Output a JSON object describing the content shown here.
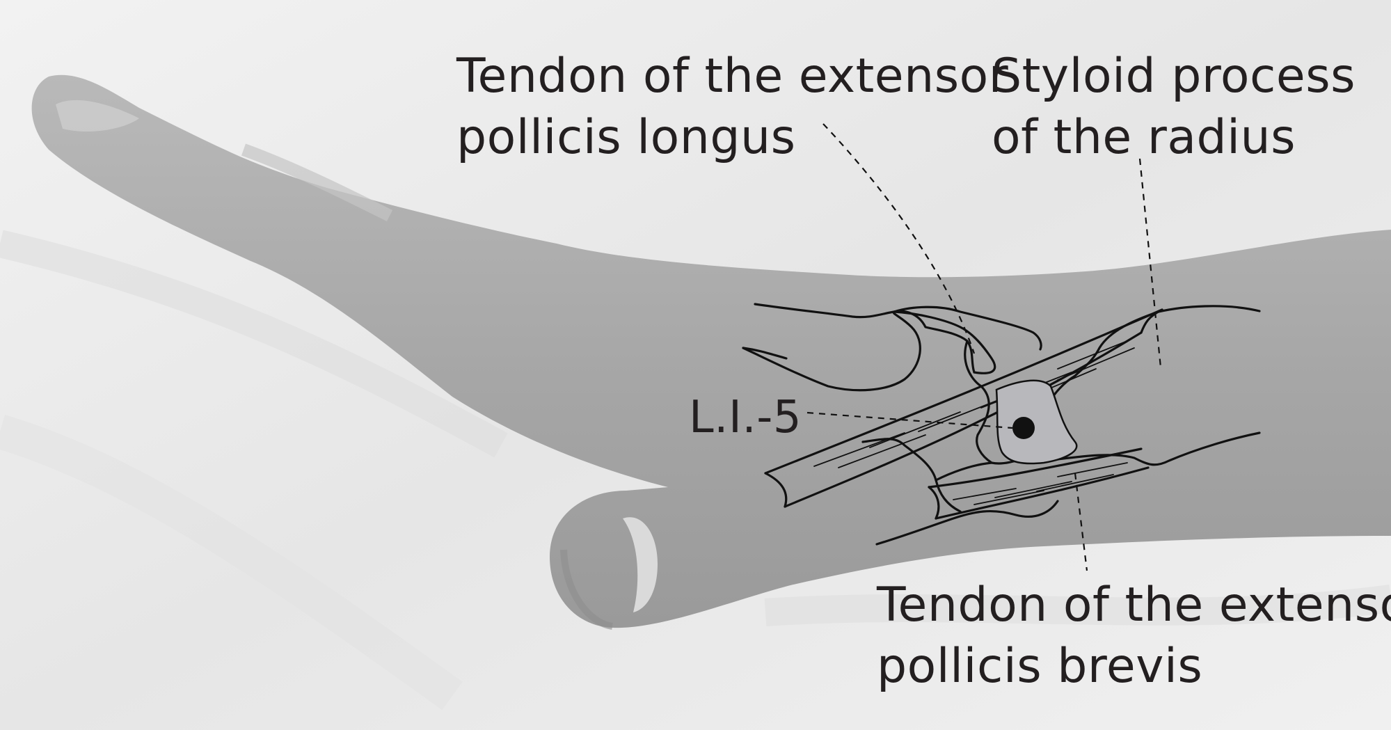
{
  "labels": {
    "extensor_pollicis_longus": {
      "line1": "Tendon of the extensor",
      "line2": "pollicis longus"
    },
    "styloid_process": {
      "line1": "Styloid process",
      "line2": "of the radius"
    },
    "acupoint": "L.I.-5",
    "extensor_pollicis_brevis": {
      "line1": "Tendon of the extensor",
      "line2": "pollicis brevis"
    }
  },
  "colors": {
    "background": "#ececec",
    "skin": "#a9a9a9",
    "outline": "#111111",
    "point_area": "#b8b8bc",
    "text": "#231f20"
  }
}
